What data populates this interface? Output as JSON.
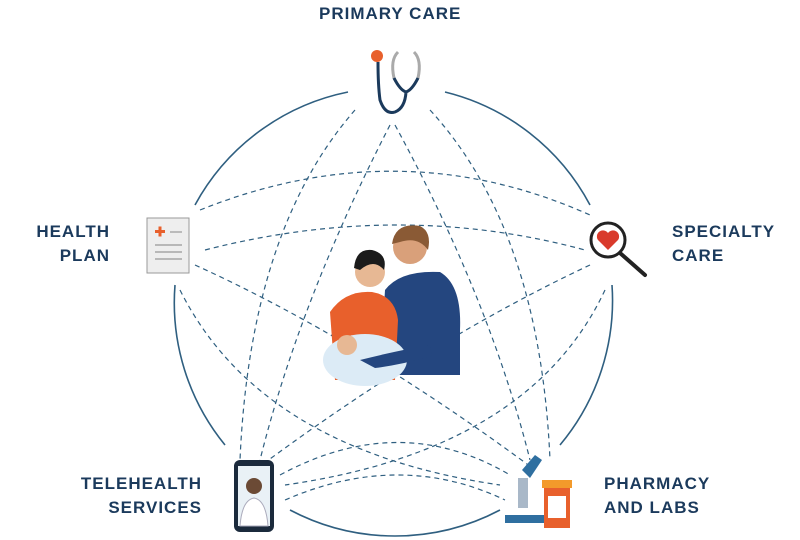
{
  "nodes": {
    "primary_care": "PRIMARY CARE",
    "specialty_care": [
      "SPECIALTY",
      "CARE"
    ],
    "pharmacy_labs": [
      "PHARMACY",
      "AND LABS"
    ],
    "telehealth": [
      "TELEHEALTH",
      "SERVICES"
    ],
    "health_plan": [
      "HEALTH",
      "PLAN"
    ]
  },
  "center": "family-with-newborn-illustration",
  "colors": {
    "navy": "#1b3a5c",
    "ring": "#2f5f80",
    "orange": "#e8602c",
    "blue": "#24467f"
  }
}
